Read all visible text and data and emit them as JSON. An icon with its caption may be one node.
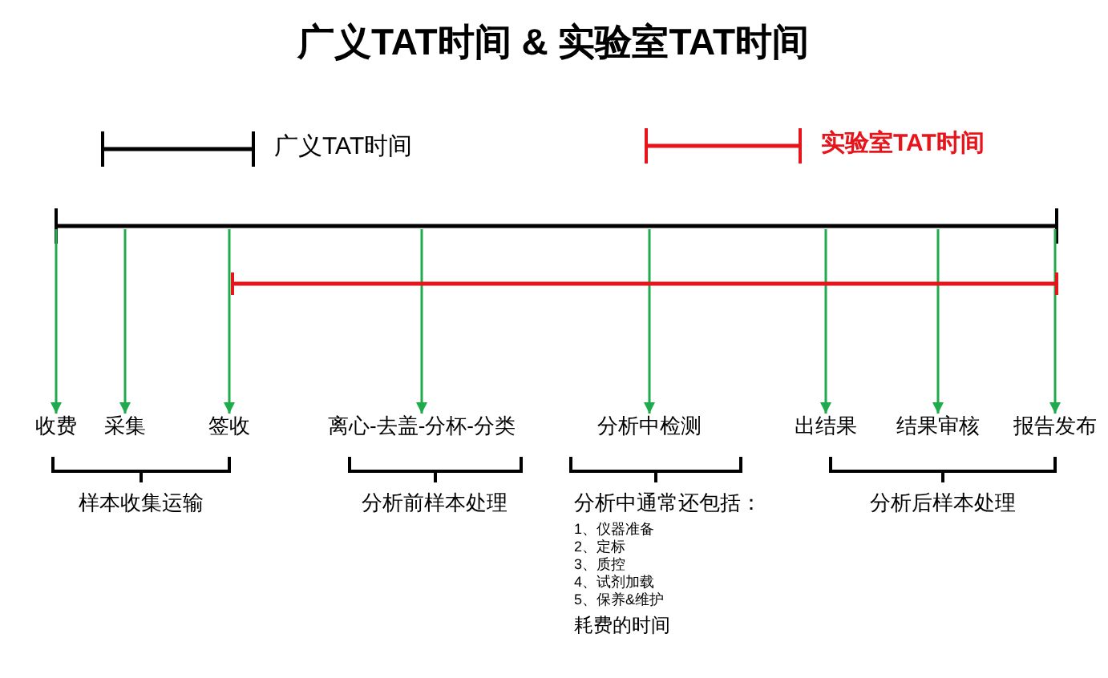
{
  "diagram": {
    "title": "广义TAT时间 & 实验室TAT时间",
    "nodes": [
      {
        "text": [
          "收费"
        ]
      },
      {
        "text": [
          "采集"
        ]
      },
      {
        "text": [
          "签收"
        ]
      },
      {
        "text": [
          "离心-去盖-分杯-分类"
        ]
      },
      {
        "text": [
          "分析中检测"
        ]
      },
      {
        "text": [
          "出结果"
        ]
      },
      {
        "text": [
          "结果审核"
        ]
      },
      {
        "text": [
          "报告发布"
        ]
      }
    ],
    "edges": [
      {
        "from": null,
        "to": 0,
        "arrow": "to"
      },
      {
        "from": null,
        "to": 1,
        "arrow": "to"
      },
      {
        "from": null,
        "to": 2,
        "arrow": "to"
      },
      {
        "from": null,
        "to": 3,
        "arrow": "to"
      },
      {
        "from": null,
        "to": 4,
        "arrow": "to"
      },
      {
        "from": null,
        "to": 5,
        "arrow": "to"
      },
      {
        "from": null,
        "to": 6,
        "arrow": "to"
      },
      {
        "from": null,
        "to": 7,
        "arrow": "to"
      }
    ],
    "labels": [
      "样本收集运输",
      "分析前样本处理",
      "分析中通常还包括：",
      "分析后样本处理",
      "1、仪器准备",
      "2、定标",
      "3、质控",
      "4、试剂加载",
      "5、保养&维护",
      "耗费的时间"
    ],
    "legend": [
      {
        "text": "广义TAT时间"
      },
      {
        "text": "实验室TAT时间"
      }
    ]
  }
}
